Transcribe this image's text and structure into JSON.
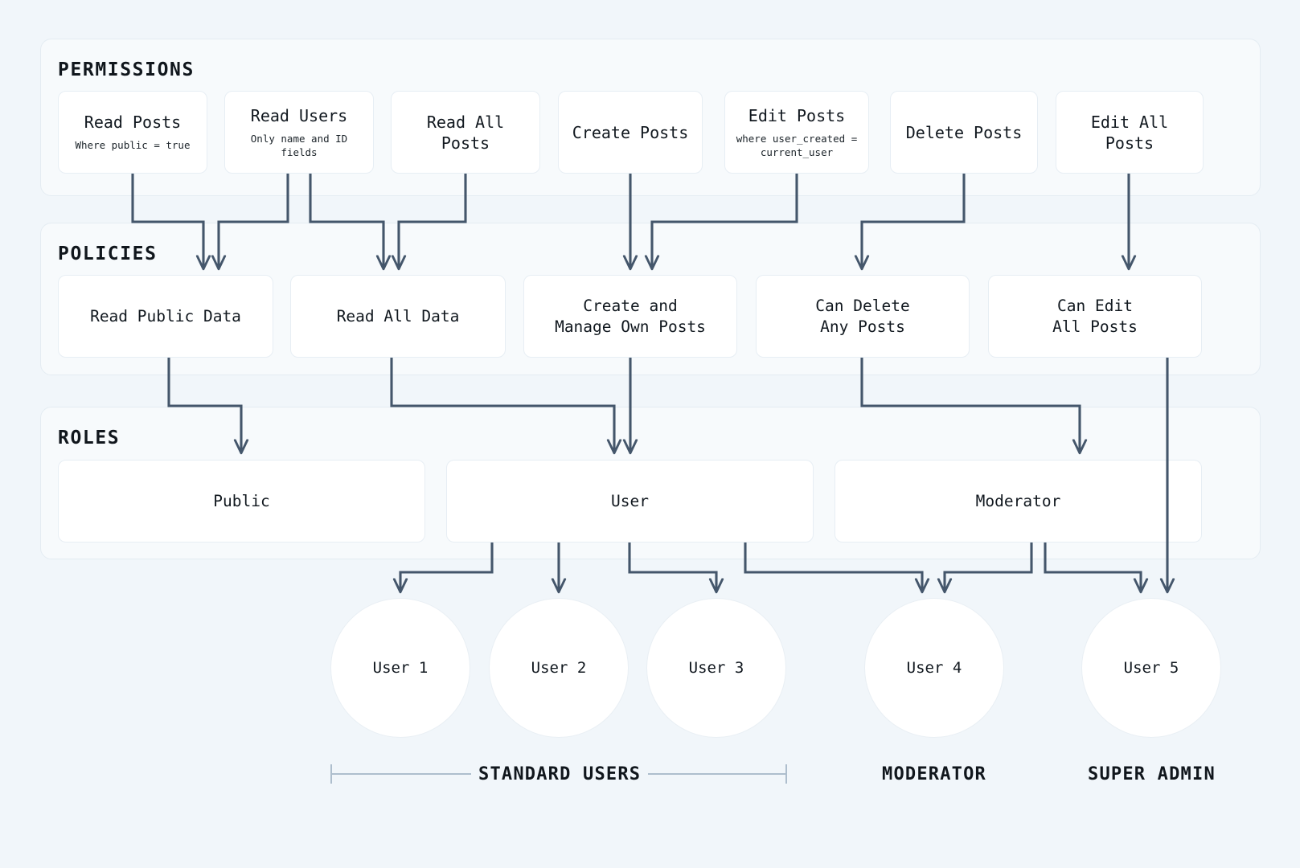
{
  "diagram": {
    "title_permissions": "PERMISSIONS",
    "title_policies": "POLICIES",
    "title_roles": "ROLES",
    "line_color": "#44566b",
    "background_color": "#f1f6fa",
    "section_color": "#f7fafc",
    "node_color": "#ffffff"
  },
  "permissions": [
    {
      "label": "Read Posts",
      "sub": "Where public = true"
    },
    {
      "label": "Read Users",
      "sub": "Only name and ID fields"
    },
    {
      "label": "Read All Posts",
      "sub": ""
    },
    {
      "label": "Create Posts",
      "sub": ""
    },
    {
      "label": "Edit Posts",
      "sub": "where user_created =\ncurrent_user"
    },
    {
      "label": "Delete Posts",
      "sub": ""
    },
    {
      "label": "Edit All Posts",
      "sub": ""
    }
  ],
  "policies": [
    {
      "label": "Read Public Data"
    },
    {
      "label": "Read All Data"
    },
    {
      "label": "Create and\nManage Own Posts"
    },
    {
      "label": "Can Delete\nAny Posts"
    },
    {
      "label": "Can Edit\nAll Posts"
    }
  ],
  "roles": [
    {
      "label": "Public"
    },
    {
      "label": "User"
    },
    {
      "label": "Moderator"
    }
  ],
  "users": [
    {
      "label": "User 1"
    },
    {
      "label": "User 2"
    },
    {
      "label": "User 3"
    },
    {
      "label": "User 4"
    },
    {
      "label": "User 5"
    }
  ],
  "group_labels": [
    {
      "label": "STANDARD USERS"
    },
    {
      "label": "MODERATOR"
    },
    {
      "label": "SUPER ADMIN"
    }
  ]
}
